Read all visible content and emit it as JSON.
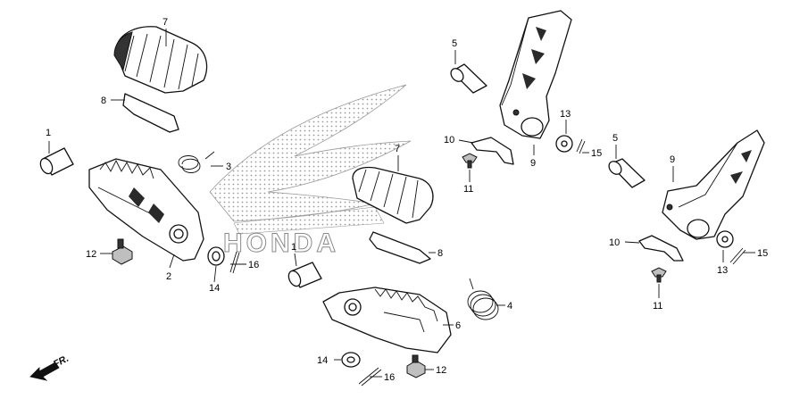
{
  "diagram": {
    "direction_label": "FR.",
    "watermark_text": "HONDA",
    "callouts": [
      {
        "id": "c7a",
        "text": "7"
      },
      {
        "id": "c8a",
        "text": "8"
      },
      {
        "id": "c1a",
        "text": "1"
      },
      {
        "id": "c3",
        "text": "3"
      },
      {
        "id": "c12a",
        "text": "12"
      },
      {
        "id": "c2",
        "text": "2"
      },
      {
        "id": "c14a",
        "text": "14"
      },
      {
        "id": "c16a",
        "text": "16"
      },
      {
        "id": "c7b",
        "text": "7"
      },
      {
        "id": "c8b",
        "text": "8"
      },
      {
        "id": "c1b",
        "text": "1"
      },
      {
        "id": "c4",
        "text": "4"
      },
      {
        "id": "c6",
        "text": "6"
      },
      {
        "id": "c14b",
        "text": "14"
      },
      {
        "id": "c12b",
        "text": "12"
      },
      {
        "id": "c16b",
        "text": "16"
      },
      {
        "id": "c5a",
        "text": "5"
      },
      {
        "id": "c10a",
        "text": "10"
      },
      {
        "id": "c11a",
        "text": "11"
      },
      {
        "id": "c9a",
        "text": "9"
      },
      {
        "id": "c13a",
        "text": "13"
      },
      {
        "id": "c15a",
        "text": "15"
      },
      {
        "id": "c5b",
        "text": "5"
      },
      {
        "id": "c9b",
        "text": "9"
      },
      {
        "id": "c10b",
        "text": "10"
      },
      {
        "id": "c11b",
        "text": "11"
      },
      {
        "id": "c13b",
        "text": "13"
      },
      {
        "id": "c15b",
        "text": "15"
      }
    ]
  }
}
